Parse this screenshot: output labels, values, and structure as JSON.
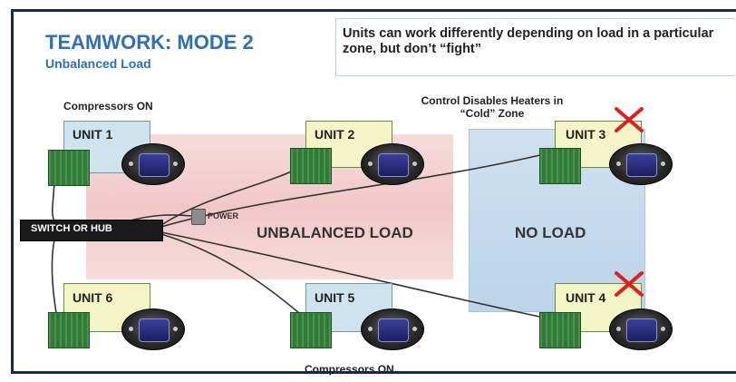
{
  "title": "TEAMWORK: MODE 2",
  "subtitle": "Unbalanced Load",
  "note": "Units can work differently depending on load in a particular zone, but don’t “fight”",
  "zones": {
    "unbalanced_label": "UNBALANCED LOAD",
    "no_load_label": "NO LOAD"
  },
  "units": [
    {
      "label": "UNIT 1",
      "disabled": false
    },
    {
      "label": "UNIT 2",
      "disabled": false
    },
    {
      "label": "UNIT 3",
      "disabled": true
    },
    {
      "label": "UNIT 4",
      "disabled": true
    },
    {
      "label": "UNIT 5",
      "disabled": false
    },
    {
      "label": "UNIT 6",
      "disabled": false
    }
  ],
  "hub_label": "SWITCH OR HUB",
  "power_label": "POWER",
  "annotations": {
    "compressors_on_top": "Compressors ON",
    "compressors_on_bottom": "Compressors ON",
    "control_disables": "Control Disables Heaters in “Cold” Zone"
  },
  "colors": {
    "title": "#2e6fb7",
    "frame": "#17294d",
    "unbalanced_zone": "#f0c8c8",
    "no_load_zone": "#bcd4ea",
    "disabled_mark": "#e02020"
  }
}
